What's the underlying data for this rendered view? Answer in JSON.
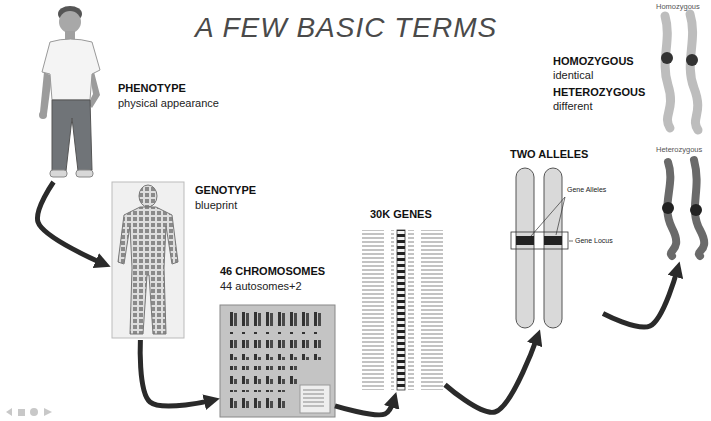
{
  "diagram": {
    "title": "A FEW BASIC TERMS",
    "nodes": [
      {
        "text": [
          "PHENOTYPE",
          "physical appearance"
        ]
      },
      {
        "text": [
          "GENOTYPE",
          "blueprint"
        ]
      },
      {
        "text": [
          "46 CHROMOSOMES",
          "44 autosomes+2"
        ]
      },
      {
        "text": [
          "30K GENES"
        ]
      },
      {
        "text": [
          "TWO ALLELES"
        ]
      },
      {
        "text": [
          "Homozygous",
          "Heterozygous"
        ]
      }
    ],
    "edges": [
      {
        "from": 0,
        "to": 1,
        "arrow": "to"
      },
      {
        "from": 1,
        "to": 2,
        "arrow": "to"
      },
      {
        "from": 2,
        "to": 3,
        "arrow": "to"
      },
      {
        "from": 3,
        "to": 4,
        "arrow": "to"
      },
      {
        "from": 4,
        "to": 5,
        "arrow": "to"
      }
    ],
    "labels": [
      "Gene Alleles",
      "Gene Locus",
      "HOMOZYGOUS",
      "identical",
      "HETEROZYGOUS",
      "different"
    ]
  }
}
